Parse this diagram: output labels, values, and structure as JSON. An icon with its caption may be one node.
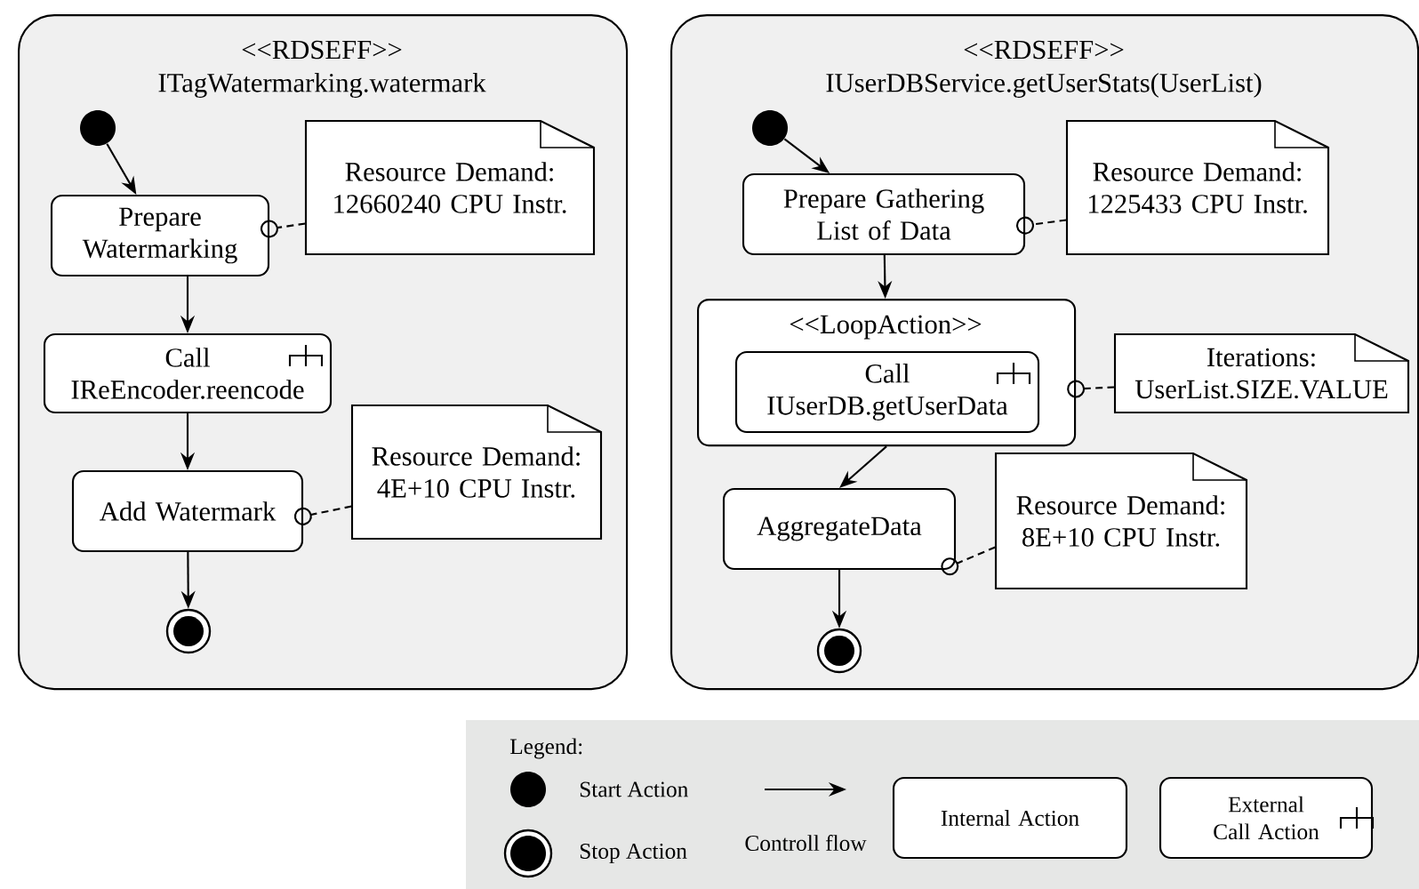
{
  "diagram": {
    "nodes": [
      {
        "text": [
          "<<RDSEFF>>",
          "ITagWatermarking.watermark"
        ]
      },
      {
        "text": [],
        "shape": "circle",
        "in": 0
      },
      {
        "text": [
          "Prepare Watermarking"
        ],
        "in": 0
      },
      {
        "text": [
          "Resource Demand: 12660240 CPU Instr."
        ],
        "in": 0
      },
      {
        "text": [
          "Call IReEncoder.reencode"
        ],
        "in": 0
      },
      {
        "text": [
          "Add Watermark"
        ],
        "in": 0
      },
      {
        "text": [
          "Resource Demand: 4E+10 CPU Instr."
        ],
        "in": 0
      },
      {
        "text": [],
        "shape": "circle",
        "in": 0
      },
      {
        "text": [
          "<<RDSEFF>>",
          "IUserDBService.getUserStats(UserList)"
        ]
      },
      {
        "text": [],
        "shape": "circle",
        "in": 8
      },
      {
        "text": [
          "Prepare Gathering List of Data"
        ],
        "in": 8
      },
      {
        "text": [
          "Resource Demand: 1225433 CPU Instr."
        ],
        "in": 8
      },
      {
        "text": [
          "<<LoopAction>>"
        ],
        "in": 8
      },
      {
        "text": [
          "Call IUserDB.getUserData"
        ],
        "in": 12
      },
      {
        "text": [
          "Iterations: UserList.SIZE.VALUE"
        ],
        "in": 8
      },
      {
        "text": [
          "AggregateData"
        ],
        "in": 8
      },
      {
        "text": [
          "Resource Demand: 8E+10 CPU Instr."
        ],
        "in": 8
      },
      {
        "text": [],
        "shape": "circle",
        "in": 8
      }
    ],
    "edges": [
      {
        "from": 1,
        "to": 2,
        "arrow": "to"
      },
      {
        "from": 2,
        "to": 4,
        "arrow": "to"
      },
      {
        "from": 4,
        "to": 5,
        "arrow": "to"
      },
      {
        "from": 5,
        "to": 7,
        "arrow": "to"
      },
      {
        "from": 3,
        "to": 2,
        "arrow": "other",
        "style": "dashed"
      },
      {
        "from": 6,
        "to": 5,
        "arrow": "other",
        "style": "dashed"
      },
      {
        "from": 9,
        "to": 10,
        "arrow": "to"
      },
      {
        "from": 10,
        "to": 12,
        "arrow": "to"
      },
      {
        "from": 12,
        "to": 15,
        "arrow": "to"
      },
      {
        "from": 15,
        "to": 17,
        "arrow": "to"
      },
      {
        "from": 11,
        "to": 10,
        "arrow": "other",
        "style": "dashed"
      },
      {
        "from": 14,
        "to": 12,
        "arrow": "other",
        "style": "dashed"
      },
      {
        "from": 16,
        "to": 15,
        "arrow": "other",
        "style": "dashed"
      }
    ],
    "labels": [
      "Legend:"
    ],
    "legend": [
      {
        "text": "Start Action"
      },
      {
        "text": "Stop Action"
      },
      {
        "text": "Controll flow"
      },
      {
        "text": "Internal Action"
      },
      {
        "text": "External Call Action"
      }
    ]
  }
}
